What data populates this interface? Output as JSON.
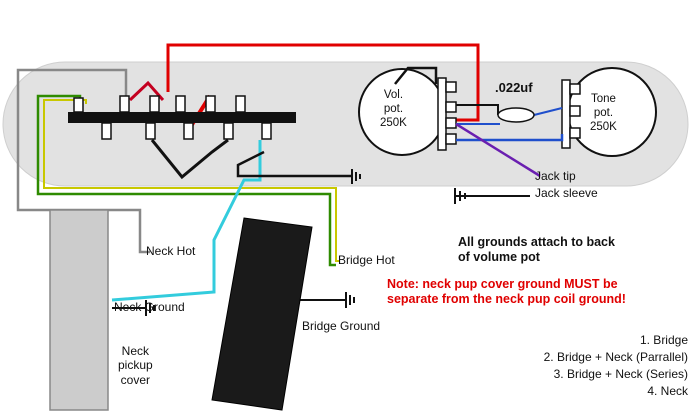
{
  "colors": {
    "plate": "#e2e2e2",
    "red": "#e00000",
    "gray_wire": "#888888",
    "green_wire": "#2e8b00",
    "yellow_wire": "#c8c800",
    "cyan_wire": "#33ccdd",
    "blue_wire": "#1f4fcc",
    "purple_wire": "#6a1fb0",
    "black": "#111111",
    "note_red": "#e00000"
  },
  "labels": {
    "vol_pot": "Vol.\npot.\n250K",
    "tone_pot": "Tone\npot.\n250K",
    "capacitor": ".022uf",
    "jack_tip": "Jack tip",
    "jack_sleeve": "Jack sleeve",
    "neck_hot": "Neck Hot",
    "bridge_hot": "Bridge Hot",
    "neck_ground": "Neck Ground",
    "bridge_ground": "Bridge Ground",
    "neck_cover": "Neck\npickup\ncover"
  },
  "notes": {
    "grounds": "All grounds attach to back\nof volume pot",
    "warning": "Note: neck pup cover ground MUST be\nseparate from the neck pup coil ground!"
  },
  "positions": [
    "1. Bridge",
    "2. Bridge + Neck (Parrallel)",
    "3. Bridge + Neck (Series)",
    "4. Neck"
  ]
}
